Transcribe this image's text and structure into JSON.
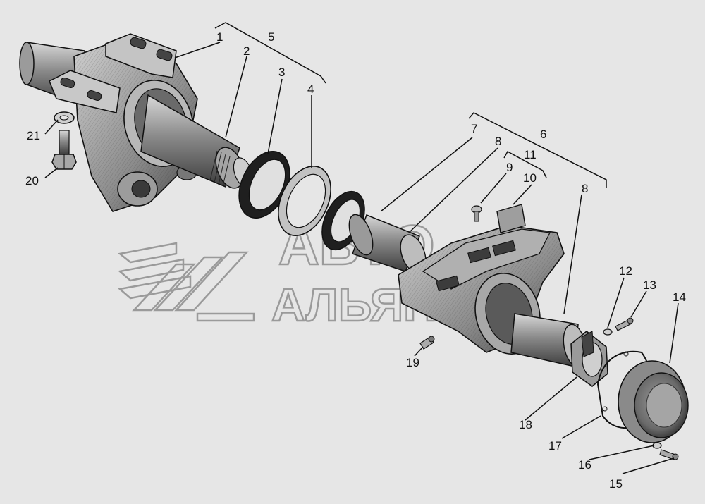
{
  "colors": {
    "background": "#e6e6e6",
    "ink": "#111111",
    "metal": "#b5b5b5",
    "metal_dark": "#555555",
    "watermark": "#9a9a9a"
  },
  "watermark": {
    "line1": "АВТО",
    "line2": "АЛЬЯНС"
  },
  "callouts": [
    {
      "id": "c1",
      "label": "1"
    },
    {
      "id": "c2",
      "label": "2"
    },
    {
      "id": "c3",
      "label": "3"
    },
    {
      "id": "c4",
      "label": "4"
    },
    {
      "id": "c5",
      "label": "5"
    },
    {
      "id": "c6",
      "label": "6"
    },
    {
      "id": "c7",
      "label": "7"
    },
    {
      "id": "c8a",
      "label": "8"
    },
    {
      "id": "c8b",
      "label": "8"
    },
    {
      "id": "c9",
      "label": "9"
    },
    {
      "id": "c10",
      "label": "10"
    },
    {
      "id": "c11",
      "label": "11"
    },
    {
      "id": "c12",
      "label": "12"
    },
    {
      "id": "c13",
      "label": "13"
    },
    {
      "id": "c14",
      "label": "14"
    },
    {
      "id": "c15",
      "label": "15"
    },
    {
      "id": "c16",
      "label": "16"
    },
    {
      "id": "c17",
      "label": "17"
    },
    {
      "id": "c18",
      "label": "18"
    },
    {
      "id": "c19",
      "label": "19"
    },
    {
      "id": "c20",
      "label": "20"
    },
    {
      "id": "c21",
      "label": "21"
    }
  ]
}
